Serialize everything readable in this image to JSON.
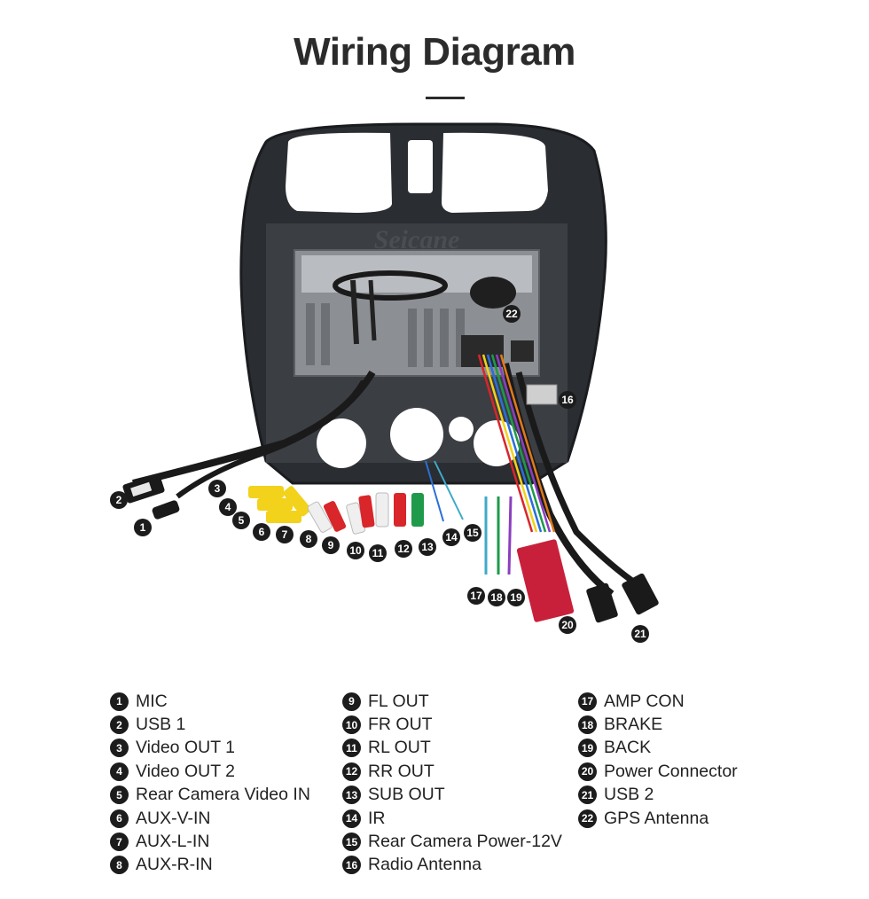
{
  "title": "Wiring Diagram",
  "watermark": "Seicane",
  "legend": {
    "col1": [
      {
        "n": "1",
        "label": "MIC"
      },
      {
        "n": "2",
        "label": "USB 1"
      },
      {
        "n": "3",
        "label": "Video OUT 1"
      },
      {
        "n": "4",
        "label": "Video OUT 2"
      },
      {
        "n": "5",
        "label": "Rear Camera Video IN"
      },
      {
        "n": "6",
        "label": "AUX-V-IN"
      },
      {
        "n": "7",
        "label": "AUX-L-IN"
      },
      {
        "n": "8",
        "label": "AUX-R-IN"
      }
    ],
    "col2": [
      {
        "n": "9",
        "label": "FL OUT"
      },
      {
        "n": "10",
        "label": "FR OUT"
      },
      {
        "n": "11",
        "label": "RL OUT"
      },
      {
        "n": "12",
        "label": "RR OUT"
      },
      {
        "n": "13",
        "label": "SUB OUT"
      },
      {
        "n": "14",
        "label": "IR"
      },
      {
        "n": "15",
        "label": "Rear Camera Power-12V"
      },
      {
        "n": "16",
        "label": "Radio Antenna"
      }
    ],
    "col3": [
      {
        "n": "17",
        "label": "AMP CON"
      },
      {
        "n": "18",
        "label": "BRAKE"
      },
      {
        "n": "19",
        "label": "BACK"
      },
      {
        "n": "20",
        "label": "Power Connector"
      },
      {
        "n": "21",
        "label": "USB 2"
      },
      {
        "n": "22",
        "label": "GPS Antenna"
      }
    ]
  },
  "callouts": [
    "1",
    "2",
    "3",
    "4",
    "5",
    "6",
    "7",
    "8",
    "9",
    "10",
    "11",
    "12",
    "13",
    "14",
    "15",
    "16",
    "17",
    "18",
    "19",
    "20",
    "21",
    "22"
  ],
  "colors": {
    "frame": "#2a2d31",
    "unit": "#8c8f93",
    "yellow": "#f2d21b",
    "red": "#d8262b",
    "white": "#efefef",
    "green": "#1e9a4a",
    "power_connector": "#c8203a"
  }
}
